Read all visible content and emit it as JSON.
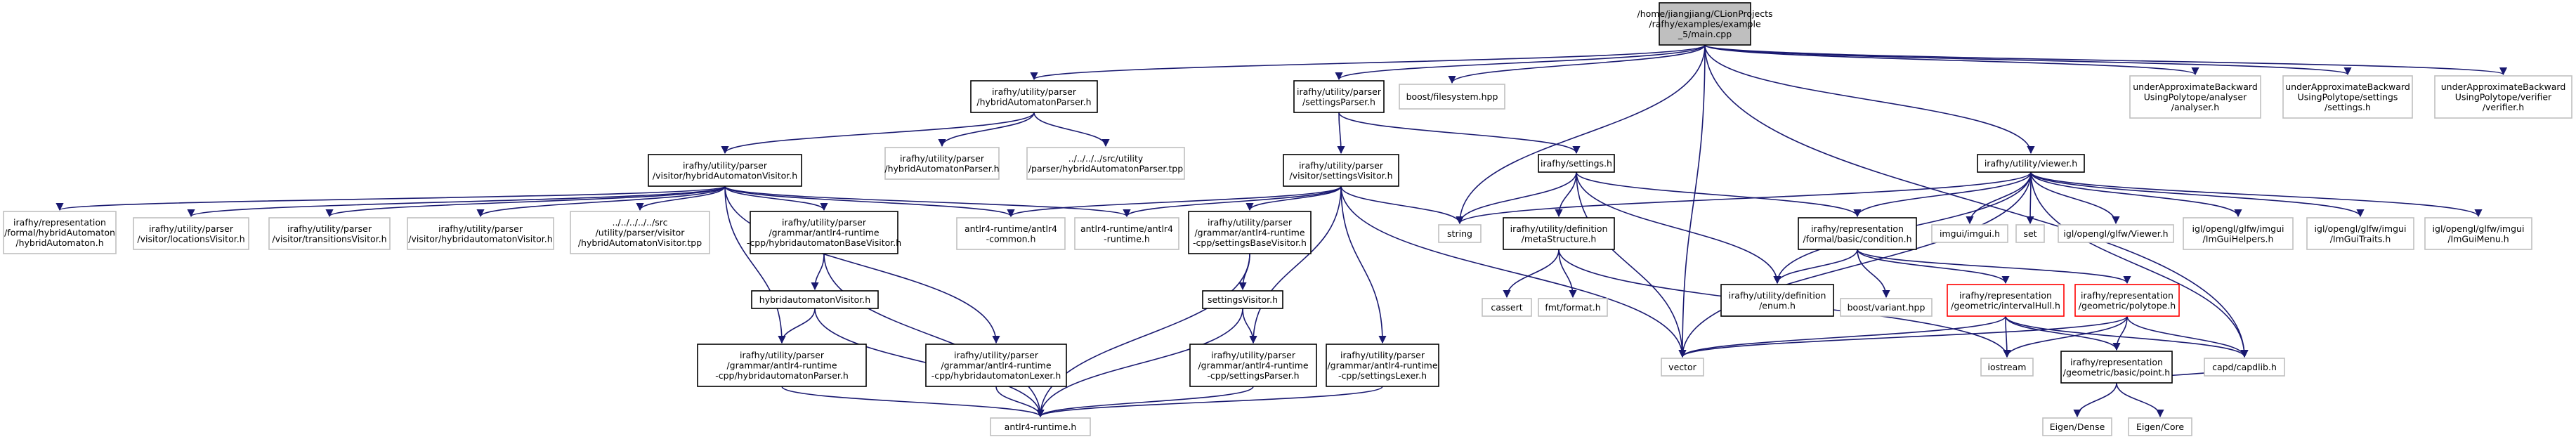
{
  "title": "Dependency graph for example_5/main.cpp",
  "nodes": [
    {
      "id": "root",
      "label": [
        "/home/jiangjiang/CLionProjects",
        "/rafhy/examples/example",
        "_5/main.cpp"
      ],
      "style": "root"
    },
    {
      "id": "hybridAutomatonParser",
      "label": [
        "irafhy/utility/parser",
        "/hybridAutomatonParser.h"
      ],
      "style": "black"
    },
    {
      "id": "settingsParser",
      "label": [
        "irafhy/utility/parser",
        "/settingsParser.h"
      ],
      "style": "black"
    },
    {
      "id": "boostFilesystem",
      "label": [
        "boost/filesystem.hpp"
      ],
      "style": "gray"
    },
    {
      "id": "viewer",
      "label": [
        "irafhy/utility/viewer.h"
      ],
      "style": "black"
    },
    {
      "id": "uaAnalyser",
      "label": [
        "underApproximateBackward",
        "UsingPolytope/analyser",
        "/analyser.h"
      ],
      "style": "gray"
    },
    {
      "id": "uaSettings",
      "label": [
        "underApproximateBackward",
        "UsingPolytope/settings",
        "/settings.h"
      ],
      "style": "gray"
    },
    {
      "id": "uaVerifier",
      "label": [
        "underApproximateBackward",
        "UsingPolytope/verifier",
        "/verifier.h"
      ],
      "style": "gray"
    },
    {
      "id": "hybridAutomatonVisitor",
      "label": [
        "irafhy/utility/parser",
        "/visitor/hybridAutomatonVisitor.h"
      ],
      "style": "black"
    },
    {
      "id": "haParserGray",
      "label": [
        "irafhy/utility/parser",
        "/hybridAutomatonParser.h"
      ],
      "style": "gray"
    },
    {
      "id": "haParserTpp",
      "label": [
        "../../../../src/utility",
        "/parser/hybridAutomatonParser.tpp"
      ],
      "style": "gray"
    },
    {
      "id": "settingsVisitor",
      "label": [
        "irafhy/utility/parser",
        "/visitor/settingsVisitor.h"
      ],
      "style": "black"
    },
    {
      "id": "settingsH",
      "label": [
        "irafhy/settings.h"
      ],
      "style": "black"
    },
    {
      "id": "formalHybridAutomaton",
      "label": [
        "irafhy/representation",
        "/formal/hybridAutomaton",
        "/hybridAutomaton.h"
      ],
      "style": "gray"
    },
    {
      "id": "locationsVisitor",
      "label": [
        "irafhy/utility/parser",
        "/visitor/locationsVisitor.h"
      ],
      "style": "gray"
    },
    {
      "id": "transitionsVisitor",
      "label": [
        "irafhy/utility/parser",
        "/visitor/transitionsVisitor.h"
      ],
      "style": "gray"
    },
    {
      "id": "haVisitorGray",
      "label": [
        "irafhy/utility/parser",
        "/visitor/hybridautomatonVisitor.h"
      ],
      "style": "gray"
    },
    {
      "id": "haVisitorTpp",
      "label": [
        "../../../../../src",
        "/utility/parser/visitor",
        "/hybridAutomatonVisitor.tpp"
      ],
      "style": "gray"
    },
    {
      "id": "haBaseVisitor",
      "label": [
        "irafhy/utility/parser",
        "/grammar/antlr4-runtime",
        "-cpp/hybridautomatonBaseVisitor.h"
      ],
      "style": "black"
    },
    {
      "id": "antlrCommon",
      "label": [
        "antlr4-runtime/antlr4",
        "-common.h"
      ],
      "style": "gray"
    },
    {
      "id": "antlrRuntimeSub",
      "label": [
        "antlr4-runtime/antlr4",
        "-runtime.h"
      ],
      "style": "gray"
    },
    {
      "id": "settingsBaseVisitor",
      "label": [
        "irafhy/utility/parser",
        "/grammar/antlr4-runtime",
        "-cpp/settingsBaseVisitor.h"
      ],
      "style": "black"
    },
    {
      "id": "string",
      "label": [
        "string"
      ],
      "style": "gray"
    },
    {
      "id": "metaStructure",
      "label": [
        "irafhy/utility/definition",
        "/metaStructure.h"
      ],
      "style": "black"
    },
    {
      "id": "condition",
      "label": [
        "irafhy/representation",
        "/formal/basic/condition.h"
      ],
      "style": "black"
    },
    {
      "id": "imgui",
      "label": [
        "imgui/imgui.h"
      ],
      "style": "gray"
    },
    {
      "id": "set",
      "label": [
        "set"
      ],
      "style": "gray"
    },
    {
      "id": "glfwViewer",
      "label": [
        "igl/opengl/glfw/Viewer.h"
      ],
      "style": "gray"
    },
    {
      "id": "imguiHelpers",
      "label": [
        "igl/opengl/glfw/imgui",
        "/ImGuiHelpers.h"
      ],
      "style": "gray"
    },
    {
      "id": "imguiTraits",
      "label": [
        "igl/opengl/glfw/imgui",
        "/ImGuiTraits.h"
      ],
      "style": "gray"
    },
    {
      "id": "imguiMenu",
      "label": [
        "igl/opengl/glfw/imgui",
        "/ImGuiMenu.h"
      ],
      "style": "gray"
    },
    {
      "id": "haVisitorClass",
      "label": [
        "hybridautomatonVisitor.h"
      ],
      "style": "black"
    },
    {
      "id": "settingsVisitorClass",
      "label": [
        "settingsVisitor.h"
      ],
      "style": "black"
    },
    {
      "id": "cassert",
      "label": [
        "cassert"
      ],
      "style": "gray"
    },
    {
      "id": "fmtFormat",
      "label": [
        "fmt/format.h"
      ],
      "style": "gray"
    },
    {
      "id": "enumH",
      "label": [
        "irafhy/utility/definition",
        "/enum.h"
      ],
      "style": "black"
    },
    {
      "id": "boostVariant",
      "label": [
        "boost/variant.hpp"
      ],
      "style": "gray"
    },
    {
      "id": "intervalHull",
      "label": [
        "irafhy/representation",
        "/geometric/intervalHull.h"
      ],
      "style": "red"
    },
    {
      "id": "polytope",
      "label": [
        "irafhy/representation",
        "/geometric/polytope.h"
      ],
      "style": "red"
    },
    {
      "id": "haParserGen",
      "label": [
        "irafhy/utility/parser",
        "/grammar/antlr4-runtime",
        "-cpp/hybridautomatonParser.h"
      ],
      "style": "black"
    },
    {
      "id": "haLexer",
      "label": [
        "irafhy/utility/parser",
        "/grammar/antlr4-runtime",
        "-cpp/hybridautomatonLexer.h"
      ],
      "style": "black"
    },
    {
      "id": "settingsParserGen",
      "label": [
        "irafhy/utility/parser",
        "/grammar/antlr4-runtime",
        "-cpp/settingsParser.h"
      ],
      "style": "black"
    },
    {
      "id": "settingsLexer",
      "label": [
        "irafhy/utility/parser",
        "/grammar/antlr4-runtime",
        "-cpp/settingsLexer.h"
      ],
      "style": "black"
    },
    {
      "id": "vector",
      "label": [
        "vector"
      ],
      "style": "gray"
    },
    {
      "id": "iostream",
      "label": [
        "iostream"
      ],
      "style": "gray"
    },
    {
      "id": "point",
      "label": [
        "irafhy/representation",
        "/geometric/basic/point.h"
      ],
      "style": "black"
    },
    {
      "id": "capd",
      "label": [
        "capd/capdlib.h"
      ],
      "style": "gray"
    },
    {
      "id": "antlrRuntime",
      "label": [
        "antlr4-runtime.h"
      ],
      "style": "gray"
    },
    {
      "id": "eigenDense",
      "label": [
        "Eigen/Dense"
      ],
      "style": "gray"
    },
    {
      "id": "eigenCore",
      "label": [
        "Eigen/Core"
      ],
      "style": "gray"
    }
  ],
  "edges": [
    [
      "root",
      "hybridAutomatonParser"
    ],
    [
      "root",
      "settingsParser"
    ],
    [
      "root",
      "boostFilesystem"
    ],
    [
      "root",
      "viewer"
    ],
    [
      "root",
      "uaAnalyser"
    ],
    [
      "root",
      "uaSettings"
    ],
    [
      "root",
      "uaVerifier"
    ],
    [
      "root",
      "string"
    ],
    [
      "root",
      "vector"
    ],
    [
      "root",
      "capd"
    ],
    [
      "hybridAutomatonParser",
      "hybridAutomatonVisitor"
    ],
    [
      "hybridAutomatonParser",
      "haParserGray"
    ],
    [
      "hybridAutomatonParser",
      "haParserTpp"
    ],
    [
      "settingsParser",
      "settingsVisitor"
    ],
    [
      "settingsParser",
      "settingsH"
    ],
    [
      "hybridAutomatonVisitor",
      "formalHybridAutomaton"
    ],
    [
      "hybridAutomatonVisitor",
      "locationsVisitor"
    ],
    [
      "hybridAutomatonVisitor",
      "transitionsVisitor"
    ],
    [
      "hybridAutomatonVisitor",
      "haVisitorGray"
    ],
    [
      "hybridAutomatonVisitor",
      "haVisitorTpp"
    ],
    [
      "hybridAutomatonVisitor",
      "haBaseVisitor"
    ],
    [
      "hybridAutomatonVisitor",
      "antlrCommon"
    ],
    [
      "hybridAutomatonVisitor",
      "antlrRuntimeSub"
    ],
    [
      "hybridAutomatonVisitor",
      "haParserGen"
    ],
    [
      "hybridAutomatonVisitor",
      "haLexer"
    ],
    [
      "settingsVisitor",
      "antlrCommon"
    ],
    [
      "settingsVisitor",
      "antlrRuntimeSub"
    ],
    [
      "settingsVisitor",
      "settingsBaseVisitor"
    ],
    [
      "settingsVisitor",
      "string"
    ],
    [
      "settingsVisitor",
      "settingsParserGen"
    ],
    [
      "settingsVisitor",
      "settingsLexer"
    ],
    [
      "settingsVisitor",
      "vector"
    ],
    [
      "settingsH",
      "string"
    ],
    [
      "settingsH",
      "metaStructure"
    ],
    [
      "settingsH",
      "condition"
    ],
    [
      "settingsH",
      "enumH"
    ],
    [
      "settingsH",
      "vector"
    ],
    [
      "viewer",
      "string"
    ],
    [
      "viewer",
      "condition"
    ],
    [
      "viewer",
      "imgui"
    ],
    [
      "viewer",
      "set"
    ],
    [
      "viewer",
      "glfwViewer"
    ],
    [
      "viewer",
      "imguiHelpers"
    ],
    [
      "viewer",
      "imguiTraits"
    ],
    [
      "viewer",
      "imguiMenu"
    ],
    [
      "viewer",
      "enumH"
    ],
    [
      "viewer",
      "vector"
    ],
    [
      "viewer",
      "capd"
    ],
    [
      "haBaseVisitor",
      "haVisitorClass"
    ],
    [
      "haBaseVisitor",
      "antlrRuntime"
    ],
    [
      "haVisitorClass",
      "haParserGen"
    ],
    [
      "haVisitorClass",
      "antlrRuntime"
    ],
    [
      "haParserGen",
      "antlrRuntime"
    ],
    [
      "haLexer",
      "antlrRuntime"
    ],
    [
      "settingsBaseVisitor",
      "settingsVisitorClass"
    ],
    [
      "settingsBaseVisitor",
      "antlrRuntime"
    ],
    [
      "settingsVisitorClass",
      "settingsParserGen"
    ],
    [
      "settingsVisitorClass",
      "antlrRuntime"
    ],
    [
      "settingsParserGen",
      "antlrRuntime"
    ],
    [
      "settingsLexer",
      "antlrRuntime"
    ],
    [
      "metaStructure",
      "cassert"
    ],
    [
      "metaStructure",
      "fmtFormat"
    ],
    [
      "metaStructure",
      "iostream"
    ],
    [
      "condition",
      "enumH"
    ],
    [
      "condition",
      "boostVariant"
    ],
    [
      "condition",
      "intervalHull"
    ],
    [
      "condition",
      "polytope"
    ],
    [
      "intervalHull",
      "vector"
    ],
    [
      "intervalHull",
      "iostream"
    ],
    [
      "intervalHull",
      "point"
    ],
    [
      "intervalHull",
      "capd"
    ],
    [
      "polytope",
      "vector"
    ],
    [
      "polytope",
      "iostream"
    ],
    [
      "polytope",
      "point"
    ],
    [
      "polytope",
      "capd"
    ],
    [
      "point",
      "eigenDense"
    ],
    [
      "point",
      "eigenCore"
    ],
    [
      "point",
      "capd"
    ]
  ]
}
